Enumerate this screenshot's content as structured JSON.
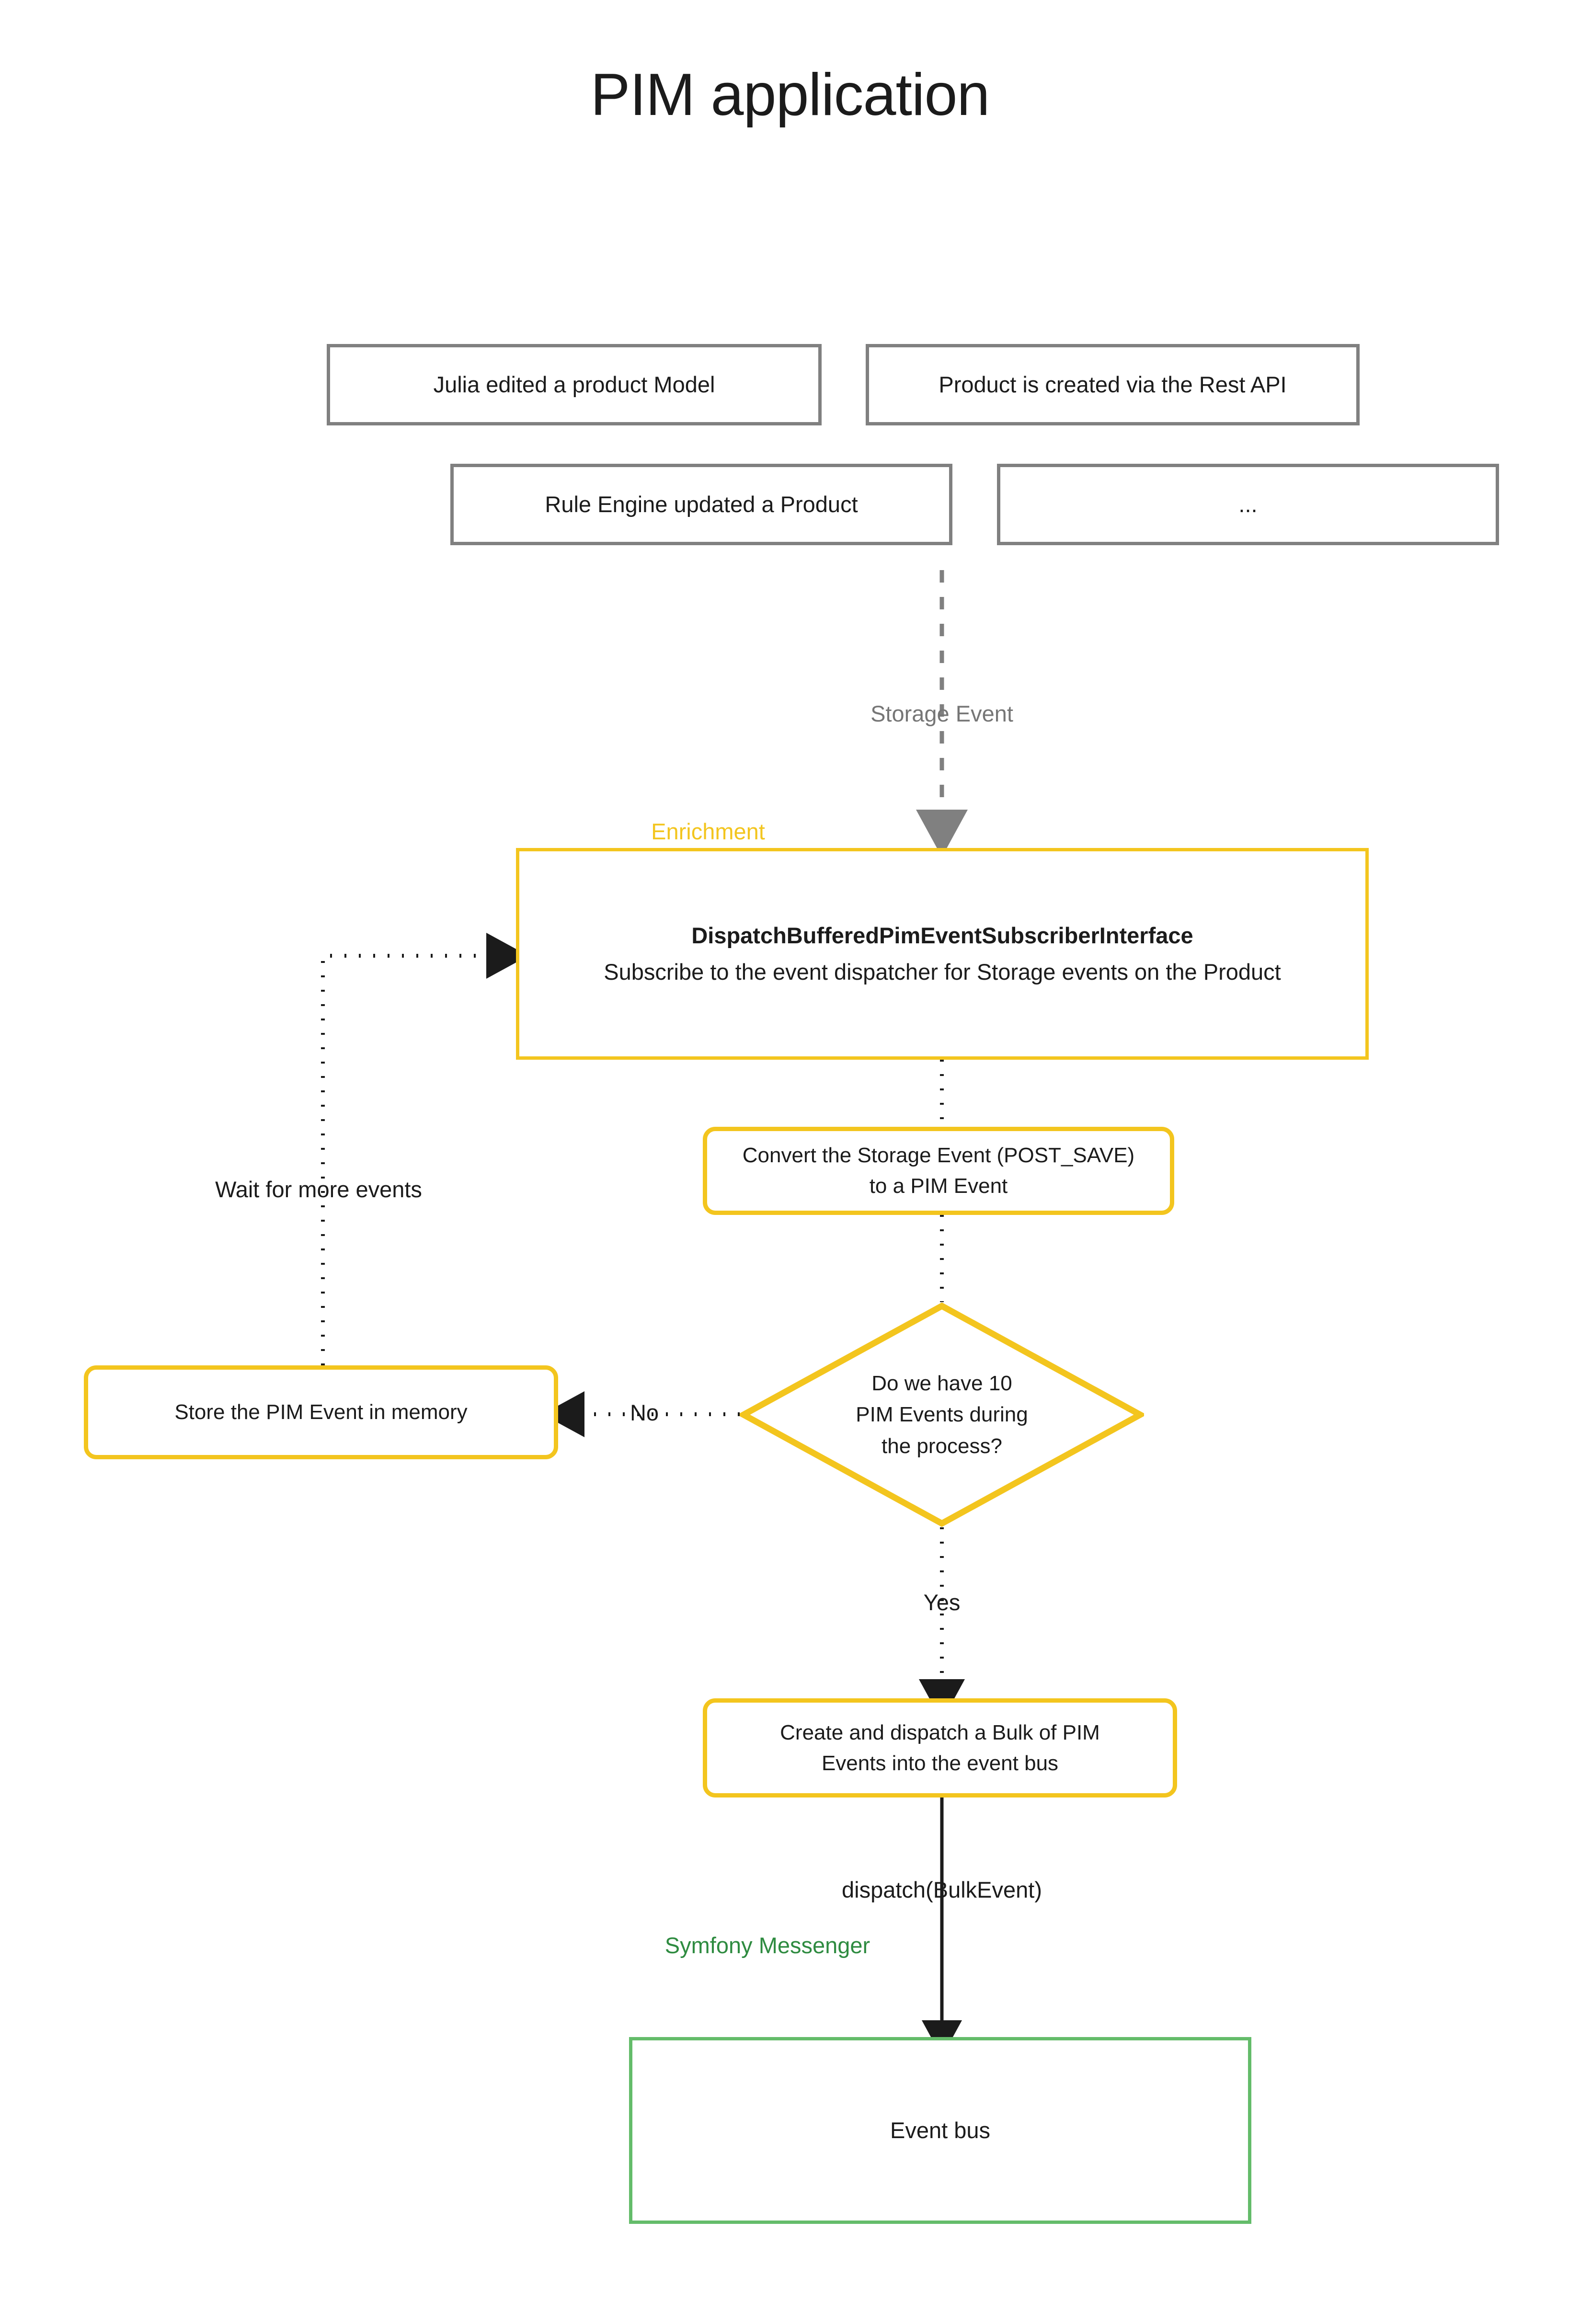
{
  "page": {
    "title": "PIM application",
    "background": "#ffffff"
  },
  "colors": {
    "yellow": "#F3C51E",
    "green": "#64BC6A",
    "green_text": "#2E8B40",
    "gray": "#808080",
    "gray_text": "#767676",
    "text": "#1b1b1b"
  },
  "sources": [
    {
      "id": "src-julia",
      "label": "Julia edited a product Model"
    },
    {
      "id": "src-rest",
      "label": "Product is created via the Rest API"
    },
    {
      "id": "src-rule",
      "label": "Rule Engine updated a Product"
    },
    {
      "id": "src-ellipsis",
      "label": "..."
    }
  ],
  "nodes": {
    "subscriber": {
      "title": "DispatchBufferedPimEventSubscriberInterface",
      "description": "Subscribe to the event dispatcher for Storage events on the Product"
    },
    "convert": {
      "line1": "Convert the Storage Event (POST_SAVE)",
      "line2": "to a PIM Event"
    },
    "decision": {
      "line1": "Do we have 10",
      "line2": "PIM Events during",
      "line3": "the process?"
    },
    "store": {
      "label": "Store the PIM Event in memory"
    },
    "bulk": {
      "line1": "Create and dispatch a Bulk of PIM",
      "line2": "Events into the event bus"
    },
    "eventbus": {
      "label": "Event bus"
    }
  },
  "edge_labels": {
    "storage_event": "Storage Event",
    "enrichment": "Enrichment",
    "wait_for_more_events": "Wait for more events",
    "no": "No",
    "yes": "Yes",
    "dispatch_bulk_event": "dispatch(BulkEvent)",
    "symfony_messenger": "Symfony Messenger"
  }
}
